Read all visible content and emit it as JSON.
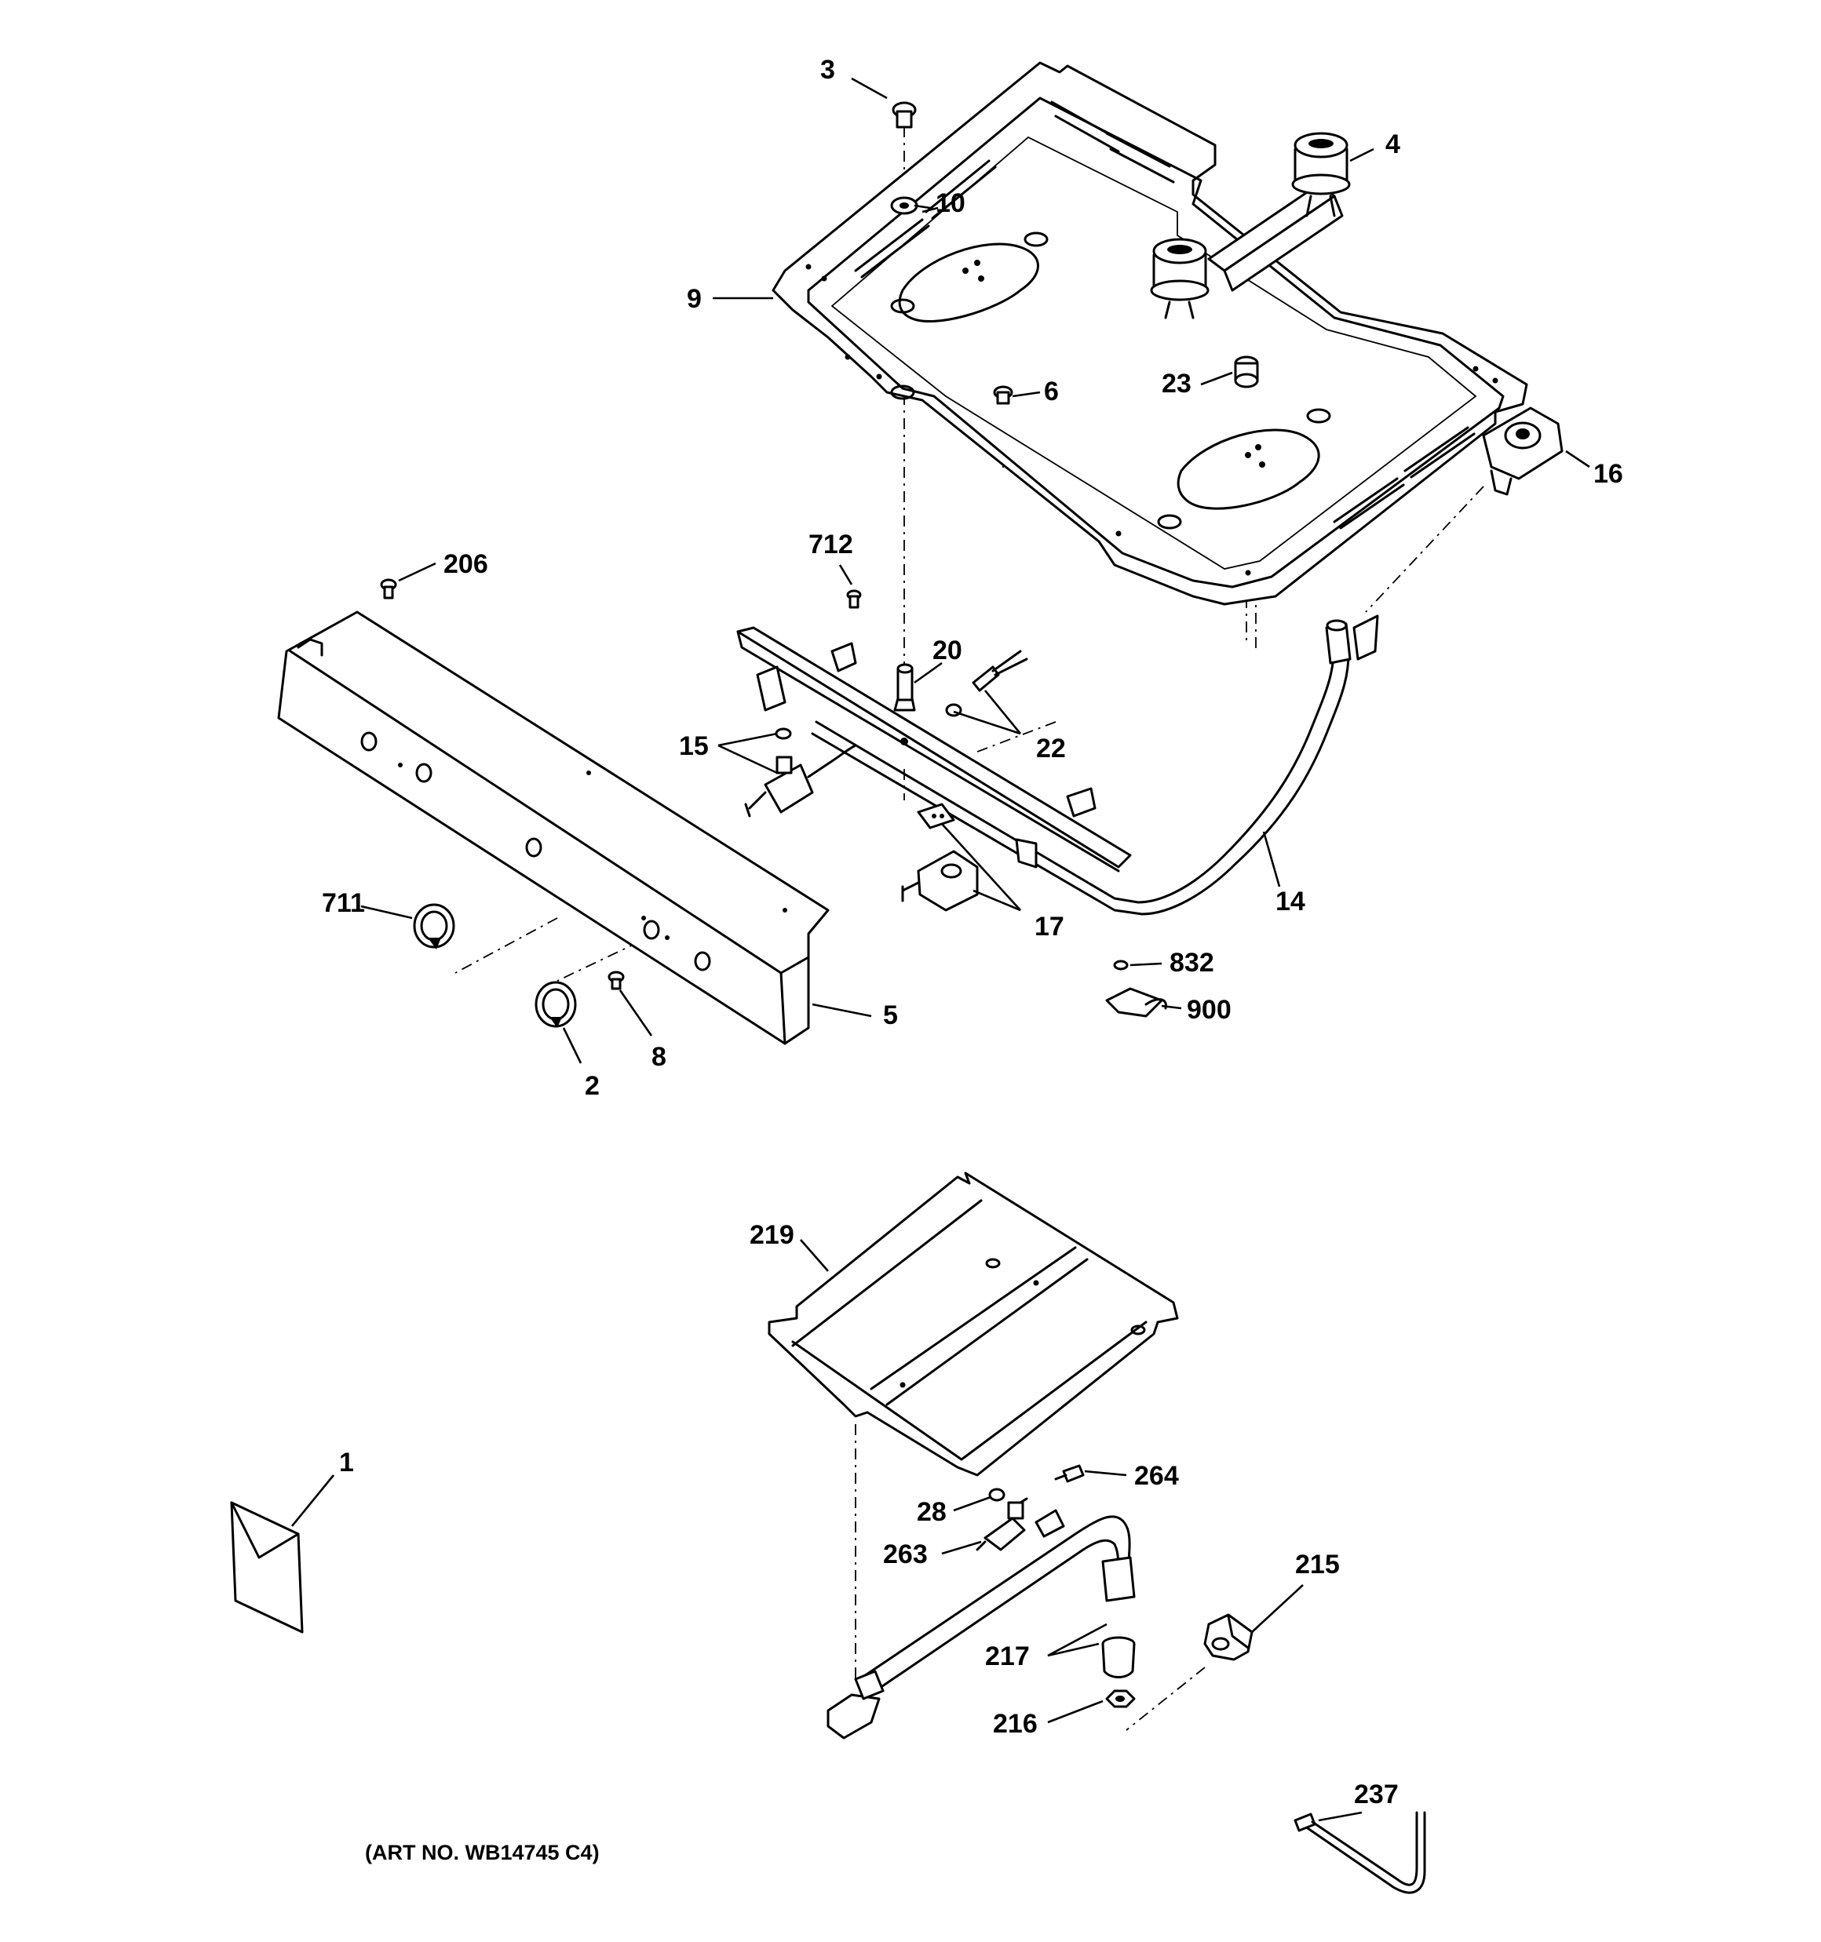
{
  "labels": {
    "p1": "1",
    "p2": "2",
    "p3": "3",
    "p4": "4",
    "p5": "5",
    "p6": "6",
    "p8": "8",
    "p9": "9",
    "p10": "10",
    "p14": "14",
    "p15": "15",
    "p16": "16",
    "p17": "17",
    "p20": "20",
    "p22": "22",
    "p23": "23",
    "p28": "28",
    "p206": "206",
    "p215": "215",
    "p216": "216",
    "p217": "217",
    "p219": "219",
    "p237": "237",
    "p263": "263",
    "p264": "264",
    "p711": "711",
    "p712": "712",
    "p832": "832",
    "p900": "900"
  },
  "caption": "(ART NO. WB14745 C4)"
}
